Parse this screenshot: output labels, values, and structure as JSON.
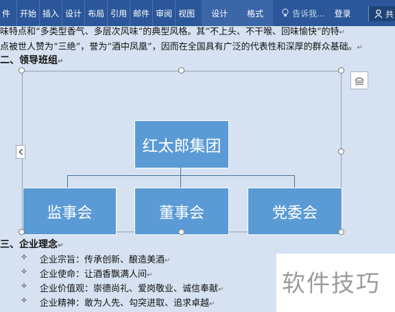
{
  "ribbon": {
    "file_tab": "件",
    "tabs": [
      "开始",
      "插入",
      "设计",
      "布局",
      "引用",
      "邮件",
      "审阅",
      "视图"
    ],
    "context_tabs": [
      "设计",
      "格式"
    ],
    "tell_me": "告诉我...",
    "login": "登录",
    "share": "共"
  },
  "doc": {
    "intro_line1": "味特点和“多类型香气、多层次风味”的典型风格。其“不上头、不干喉、回味愉快”的特",
    "intro_line2": "点被世人赞为“三绝”，誉为“酒中凤凰”，因而在全国具有广泛的代表性和深厚的群众基础。",
    "section2_heading": "二、领导班组",
    "section3_heading": "三、企业理念",
    "bullet_char": "✧",
    "paragraph_mark": "↵",
    "bullets": [
      "企业宗旨：传承创新、酿造美酒",
      "企业使命：让酒香飘满人间",
      "企业价值观：崇德尚礼、爱岗敬业、诚信奉献",
      "企业精神：敢为人先、勾突进取、追求卓越"
    ]
  },
  "org_chart": {
    "top": "红太郎集团",
    "children": [
      "监事会",
      "董事会",
      "党委会"
    ]
  },
  "watermark": "软件技巧",
  "colors": {
    "ribbon": "#2b579a",
    "box_fill": "#5b9bd5",
    "connector": "#41719c",
    "page": "#d6e2f1"
  }
}
